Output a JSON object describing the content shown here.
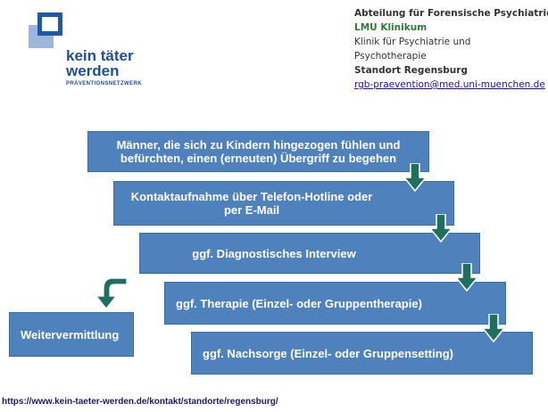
{
  "logo": {
    "line1": "kein täter",
    "line2": "werden",
    "line3": "PRÄVENTIONSNETZWERK"
  },
  "info": {
    "line1": "Abteilung für Forensische Psychiatrie",
    "line2": "LMU Klinikum",
    "line3": "Klinik für Psychiatrie und",
    "line4": "Psychotherapie",
    "line5": "Standort Regensburg",
    "email": "rgb-praevention@med.uni-muenchen.de"
  },
  "steps": [
    {
      "label": "Männer, die sich zu Kindern hingezogen fühlen und befürchten, einen (erneuten) Übergriff zu begehen"
    },
    {
      "label": "Kontaktaufnahme über Telefon-Hotline oder per E-Mail"
    },
    {
      "label": "ggf. Diagnostisches Interview"
    },
    {
      "label": "ggf. Therapie (Einzel- oder Gruppentherapie)"
    },
    {
      "label": "ggf. Nachsorge (Einzel- oder Gruppensetting)"
    }
  ],
  "referral": {
    "label": "Weitervermittlung"
  },
  "footer": {
    "url": "https://www.kein-taeter-werden.de/kontakt/standorte/regensburg/"
  },
  "colors": {
    "box": "#4f81bd",
    "arrow": "#1f6f5f",
    "arrow_outline": "#ffffff"
  }
}
